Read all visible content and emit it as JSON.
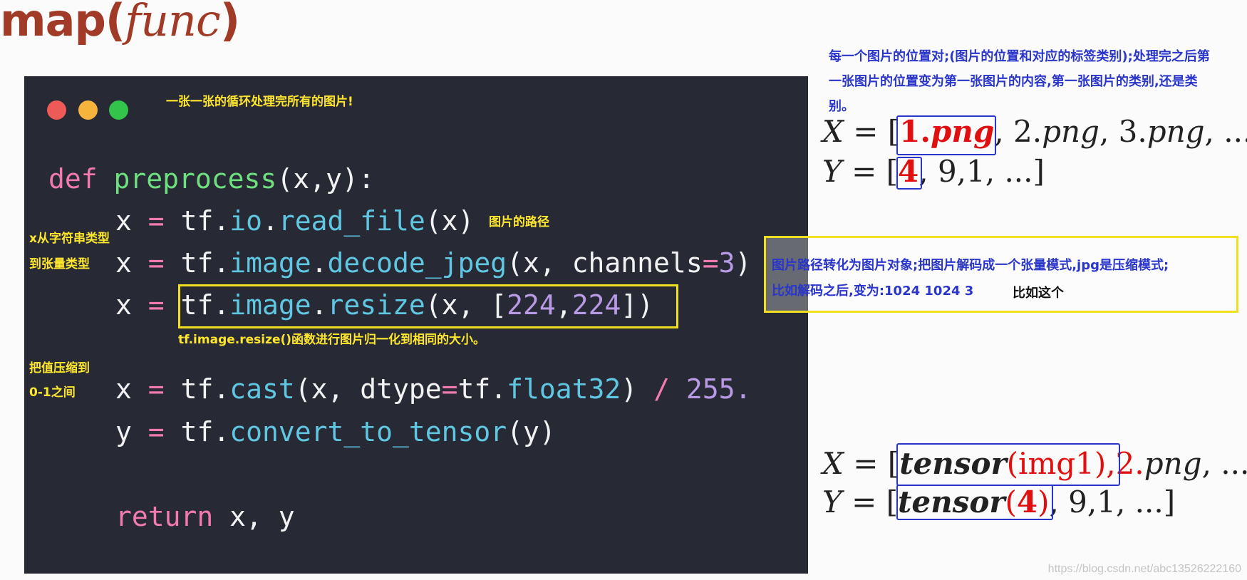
{
  "title": {
    "main": "map(",
    "func": "func",
    "close": ")"
  },
  "code": {
    "line1": {
      "kw": "def",
      "name": "preprocess",
      "args": "(x,y):"
    },
    "line2": {
      "lhs": "x",
      "eq": "=",
      "obj": "tf.",
      "mod": "io",
      "dot": ".",
      "fn": "read_file",
      "args": "(x)"
    },
    "line3": {
      "lhs": "x",
      "eq": "=",
      "obj": "tf.",
      "mod": "image",
      "dot": ".",
      "fn": "decode_jpeg",
      "args1": "(x, channels",
      "eq2": "=",
      "num": "3",
      "args2": ")"
    },
    "line4": {
      "lhs": "x",
      "eq": "=",
      "obj": "tf.",
      "mod": "image",
      "dot": ".",
      "fn": "resize",
      "args1": "(x, [",
      "n1": "224",
      "comma": ",",
      "n2": "224",
      "args2": "])"
    },
    "line5": {
      "lhs": "x",
      "eq": "=",
      "obj": "tf.",
      "fn": "cast",
      "args1": "(x, dtype",
      "eq2": "=",
      "obj2": "tf.",
      "type": "float32",
      "args2": ") ",
      "op": "/",
      "num": " 255."
    },
    "line6": {
      "lhs": "y",
      "eq": "=",
      "obj": "tf.",
      "fn": "convert_to_tensor",
      "args": "(y)"
    },
    "line7": {
      "kw": "return",
      "rest": " x, y"
    }
  },
  "annotations": {
    "loop": "一张一张的循环处理完所有的图片!",
    "path": "图片的路径",
    "str_to_tensor_1": "x从字符串类型",
    "str_to_tensor_2": "到张量类型",
    "resize_note": "tf.image.resize()函数进行图片归一化到相同的大小。",
    "compress_1": "把值压缩到",
    "compress_2": "0-1之间"
  },
  "side_note": "每一个图片的位置对;(图片的位置和对应的标签类别);处理完之后第一张图片的位置变为第一张图片的内容,第一张图片的类别,还是类别。",
  "yellow_note": {
    "line1": "图片路径转化为图片对象;把图片解码成一个张量模式,jpg是压缩模式;",
    "line2": "比如解码之后,变为:1024 1024 3",
    "extra": "比如这个"
  },
  "math": {
    "eq1": {
      "lhs": "X",
      "eqsign": " = [",
      "first": "1.",
      "first_ext": "png",
      "rest_a": ", 2.",
      "rest_b": "png",
      "rest_c": ", 3.",
      "rest_d": "png",
      "rest_e": ", ...]"
    },
    "eq2": {
      "lhs": "Y",
      "eqsign": " = [",
      "first": "4",
      "rest": ", 9,1, ...]"
    },
    "eq3": {
      "lhs": "X",
      "eqsign": " = [",
      "tensor": "tensor",
      "open": "(",
      "img": "img1",
      "close": "),",
      "two": "2.",
      "png": "png",
      "rest": ", ...]"
    },
    "eq4": {
      "lhs": "Y",
      "eqsign": " = [",
      "tensor": "tensor",
      "open": "(",
      "val": "4",
      "close": ")",
      "rest": ", 9,1, ...]"
    }
  },
  "watermark": "https://blog.csdn.net/abc13526222160"
}
